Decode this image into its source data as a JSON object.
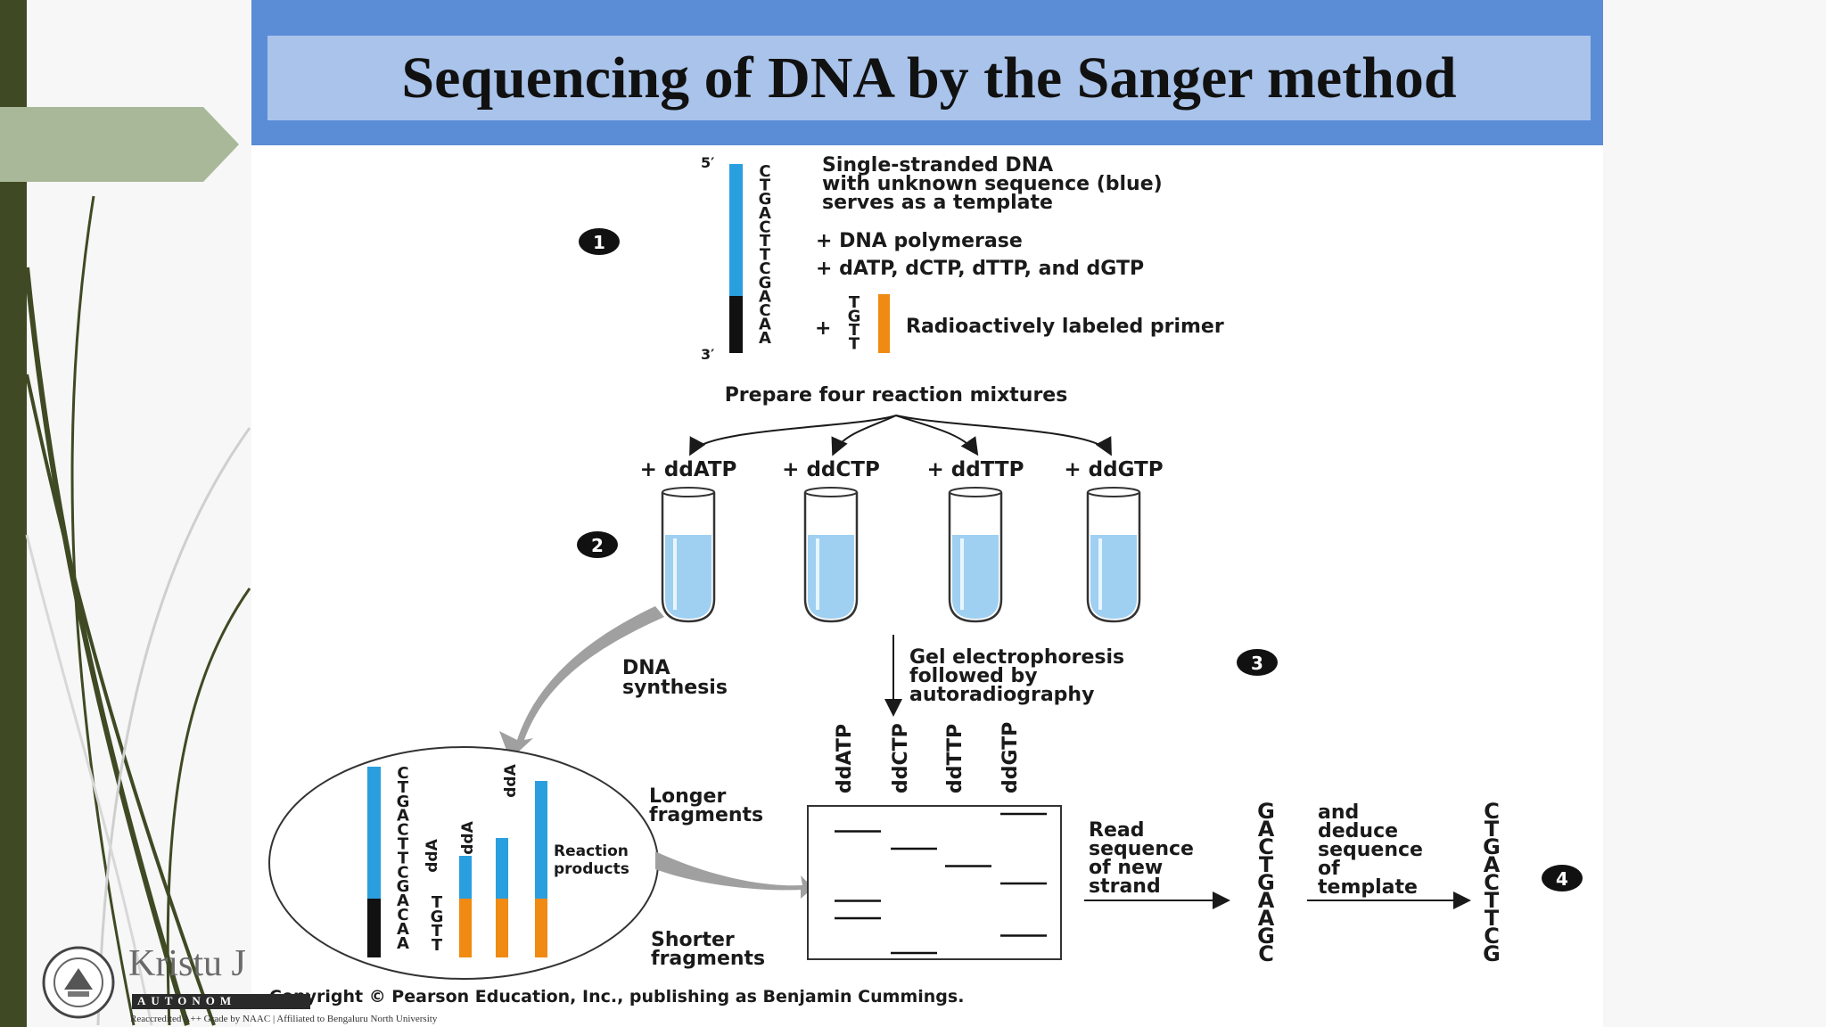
{
  "title": "Sequencing of DNA by the Sanger method",
  "steps": {
    "s1": "1",
    "s2": "2",
    "s3": "3",
    "s4": "4"
  },
  "template": {
    "five_prime": "5′",
    "three_prime": "3′",
    "sequence": [
      "C",
      "T",
      "G",
      "A",
      "C",
      "T",
      "T",
      "C",
      "G",
      "A",
      "C",
      "A",
      "A"
    ],
    "description": [
      "Single-stranded DNA",
      "with unknown sequence (blue)",
      "serves as a template"
    ],
    "additions": [
      "+ DNA polymerase",
      "+ dATP, dCTP, dTTP, and dGTP"
    ],
    "primer_plus": "+",
    "primer_sequence": [
      "T",
      "G",
      "T",
      "T"
    ],
    "primer_label": "Radioactively labeled primer"
  },
  "mixtures": {
    "heading": "Prepare four reaction mixtures",
    "tubes": [
      "+ ddATP",
      "+ ddCTP",
      "+ ddTTP",
      "+ ddGTP"
    ]
  },
  "synthesis": {
    "label": [
      "DNA",
      "synthesis"
    ],
    "products_label": [
      "Reaction",
      "products"
    ],
    "template_seq": [
      "C",
      "T",
      "G",
      "A",
      "C",
      "T",
      "T",
      "C",
      "G",
      "A",
      "C",
      "A",
      "A"
    ],
    "primer_seq": [
      "T",
      "G",
      "T",
      "T"
    ],
    "product_tags": [
      "ddA",
      "ddA",
      "ddA"
    ]
  },
  "gel": {
    "electrophoresis_label": [
      "Gel electrophoresis",
      "followed by",
      "autoradiography"
    ],
    "lane_labels": [
      "ddATP",
      "ddCTP",
      "ddTTP",
      "ddGTP"
    ],
    "longer_label": [
      "Longer",
      "fragments"
    ],
    "shorter_label": [
      "Shorter",
      "fragments"
    ],
    "new_strand_read": [
      "G",
      "A",
      "C",
      "T",
      "G",
      "A",
      "A",
      "G",
      "C"
    ],
    "bands": [
      {
        "lane": 0,
        "rank": 1
      },
      {
        "lane": 1,
        "rank": 2
      },
      {
        "lane": 2,
        "rank": 3
      },
      {
        "lane": 3,
        "rank": 4
      },
      {
        "lane": 0,
        "rank": 5
      },
      {
        "lane": 0,
        "rank": 6
      },
      {
        "lane": 3,
        "rank": 7
      },
      {
        "lane": 1,
        "rank": 8
      },
      {
        "lane": 3,
        "rank": 0
      }
    ]
  },
  "read": {
    "read_label": [
      "Read",
      "sequence",
      "of new",
      "strand"
    ],
    "deduce_label": [
      "and",
      "deduce",
      "sequence",
      "of",
      "template"
    ],
    "template_result": [
      "C",
      "T",
      "G",
      "A",
      "C",
      "T",
      "T",
      "C",
      "G"
    ]
  },
  "copyright": "Copyright © Pearson Education, Inc., publishing as Benjamin Cummings.",
  "logo": {
    "name": "Kristu J",
    "strip": "AUTONOM",
    "sub": "Reaccredited A++ Grade by NAAC  |  Affiliated to Bengaluru North University"
  },
  "colors": {
    "blue_band": "#5b8cd6",
    "title_box": "#a9c3ea",
    "dna_blue": "#2a9fdf",
    "primer_orange": "#f08a12",
    "liquid": "#9fd0f2",
    "dark_green": "#3f4a24",
    "tab_green": "#a8b898"
  }
}
